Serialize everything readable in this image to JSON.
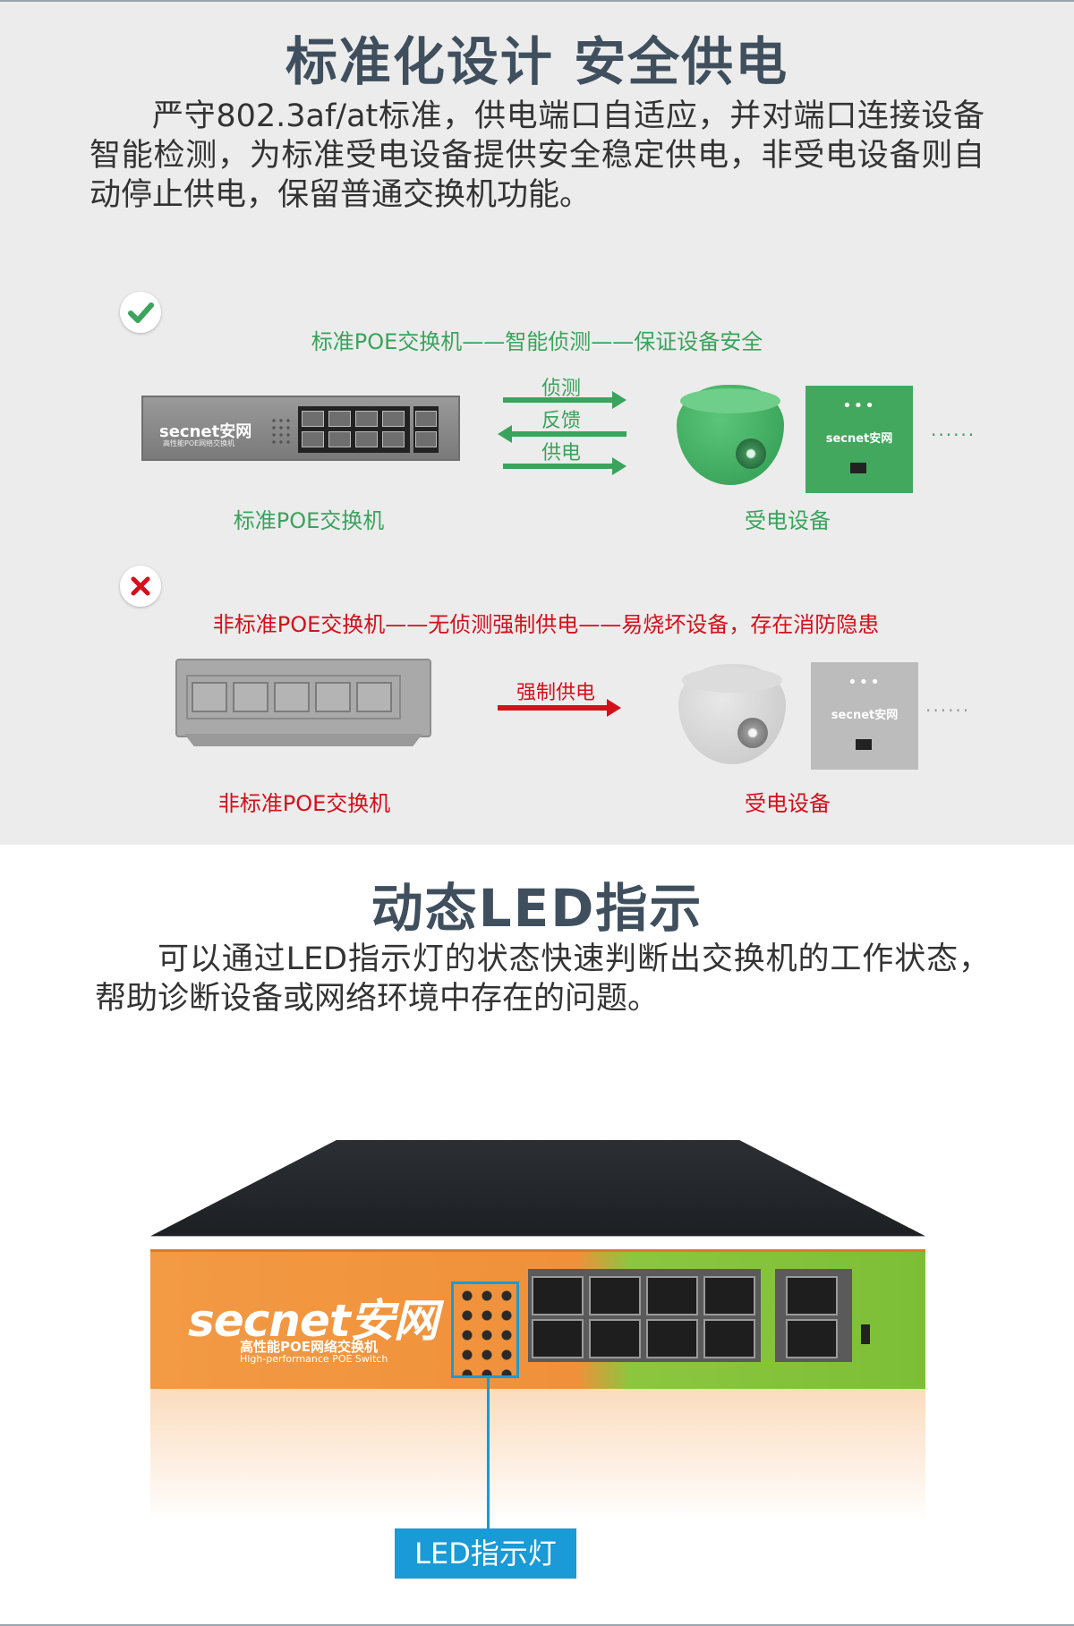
{
  "section_safety": {
    "title": "标准化设计  安全供电",
    "description": "严守802.3af/at标准，供电端口自适应，并对端口连接设备智能检测，为标准受电设备提供安全稳定供电，非受电设备则自动停止供电，保留普通交换机功能。",
    "standard": {
      "status_icon": "check-icon",
      "heading": "标准POE交换机——智能侦测——保证设备安全",
      "switch_brand": "secnet安网",
      "switch_sub": "高性能POE网络交换机",
      "arrows": [
        "侦测",
        "反馈",
        "供电"
      ],
      "switch_label": "标准POE交换机",
      "device_label": "受电设备",
      "device_brand": "secnet安网",
      "more": "······",
      "color": "#3aa35c"
    },
    "nonstandard": {
      "status_icon": "cross-icon",
      "heading": "非标准POE交换机——无侦测强制供电——易烧坏设备，存在消防隐患",
      "arrow": "强制供电",
      "switch_label": "非标准POE交换机",
      "device_label": "受电设备",
      "device_brand": "secnet安网",
      "more": "······",
      "color": "#d4101a"
    }
  },
  "section_led": {
    "title": "动态LED指示",
    "description": "可以通过LED指示灯的状态快速判断出交换机的工作状态，帮助诊断设备或网络环境中存在的问题。",
    "product_brand": "secnet安网",
    "product_name_cn": "高性能POE网络交换机",
    "product_name_en": "High-performance POE Switch",
    "callout": "LED指示灯",
    "accent": "#1a9ad6"
  }
}
